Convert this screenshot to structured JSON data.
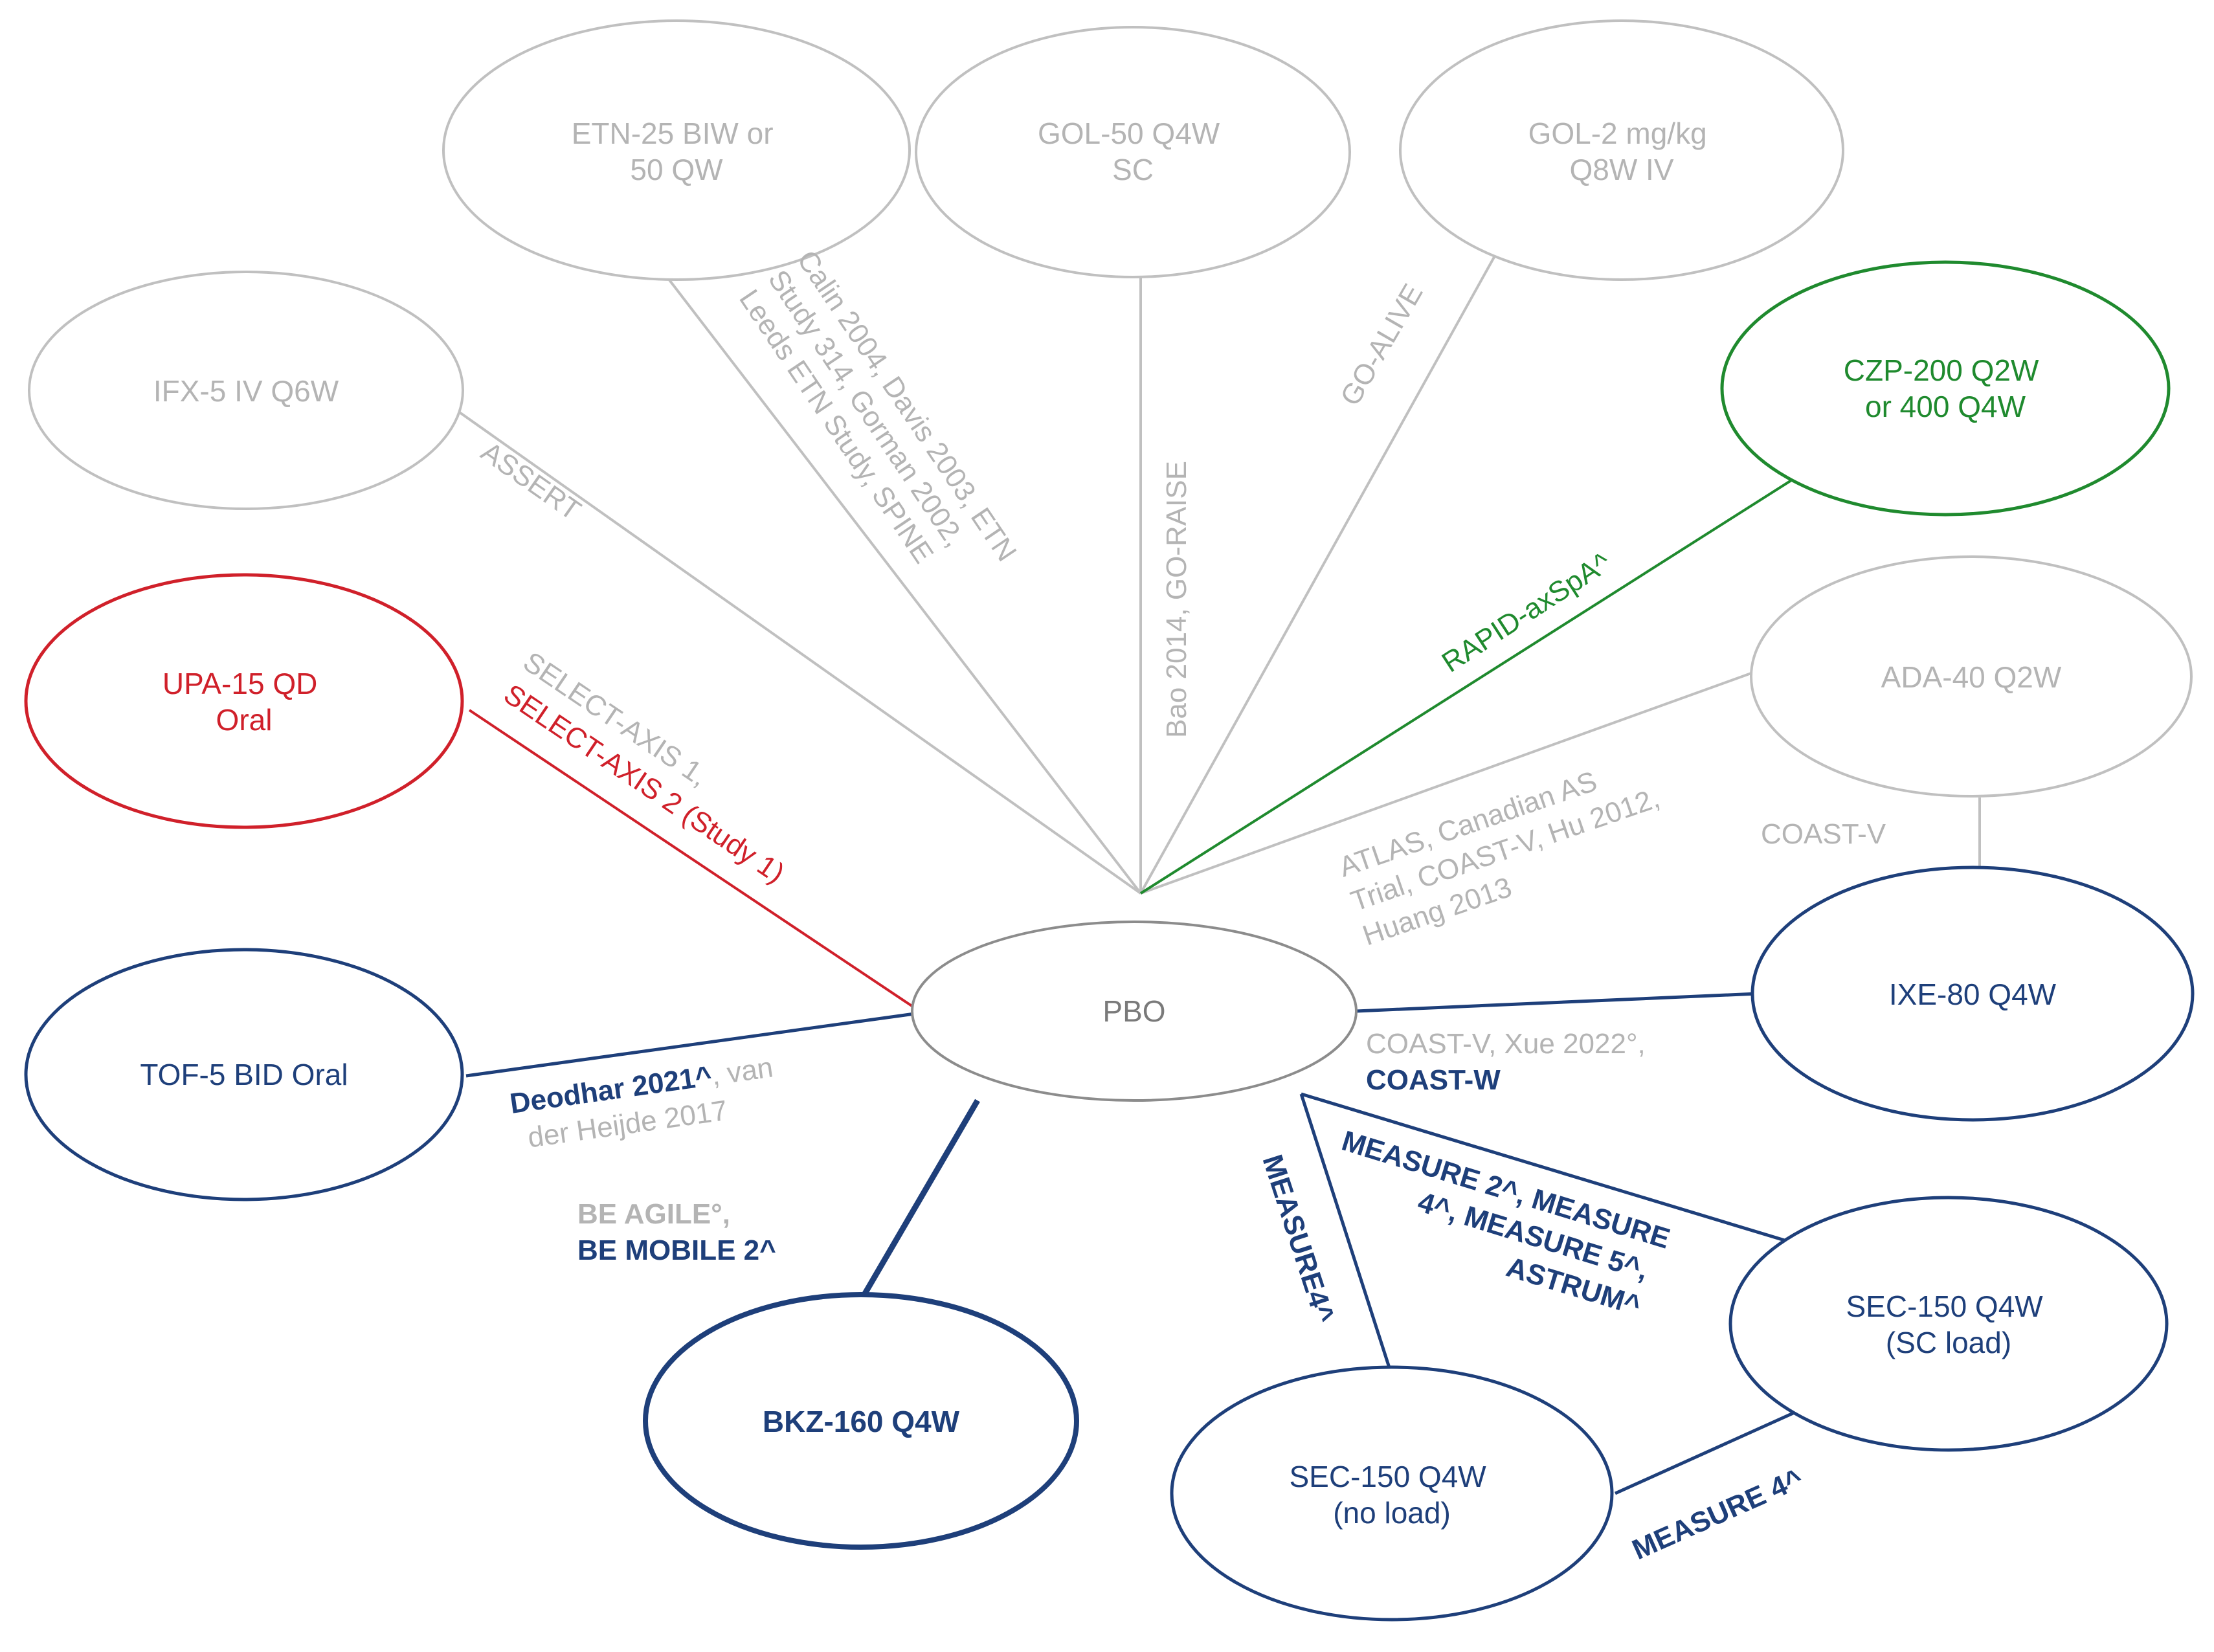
{
  "colors": {
    "grey": "#c0c0c0",
    "grey_text": "#b4b4b4",
    "center_stroke": "#8c8c8c",
    "center_text": "#7a7a7a",
    "blue": "#1e3f7a",
    "green": "#1f8a2e",
    "red": "#d0202a"
  },
  "nodes": {
    "pbo": {
      "lines": [
        "PBO"
      ]
    },
    "etn": {
      "lines": [
        "ETN-25 BIW or",
        "50 QW"
      ]
    },
    "gol50": {
      "lines": [
        "GOL-50 Q4W",
        "SC"
      ]
    },
    "gol2": {
      "lines": [
        "GOL-2 mg/kg",
        "Q8W IV"
      ]
    },
    "ifx": {
      "lines": [
        "IFX-5 IV Q6W"
      ]
    },
    "czp": {
      "lines": [
        "CZP-200 Q2W",
        "or 400 Q4W"
      ]
    },
    "upa": {
      "lines": [
        "UPA-15 QD",
        "Oral"
      ]
    },
    "ada": {
      "lines": [
        "ADA-40 Q2W"
      ]
    },
    "ixe": {
      "lines": [
        "IXE-80 Q4W"
      ]
    },
    "tof": {
      "lines": [
        "TOF-5 BID Oral"
      ]
    },
    "bkz": {
      "lines": [
        "BKZ-160 Q4W"
      ]
    },
    "sec_load": {
      "lines": [
        "SEC-150 Q4W",
        "(SC load)"
      ]
    },
    "sec_noload": {
      "lines": [
        "SEC-150 Q4W",
        "(no load)"
      ]
    }
  },
  "edge_labels": {
    "assert": [
      "ASSERT"
    ],
    "etn": [
      "Calin 2004, Davis 2003,  ETN",
      "Study 314, Gorman 2002,",
      "Leeds ETN Study, SPINE"
    ],
    "gol50": [
      "Bao 2014, GO-RAISE"
    ],
    "gol2": [
      "GO-ALIVE"
    ],
    "czp": [
      "RAPID-axSpA^"
    ],
    "upa_grey": [
      "SELECT-AXIS 1,"
    ],
    "upa_red": [
      "SELECT-AXIS 2 (Study 1)"
    ],
    "ada": [
      "ATLAS, Canadian AS",
      "Trial, COAST-V, Hu 2012,",
      "Huang 2013"
    ],
    "ada_ixe": [
      "COAST-V"
    ],
    "ixe_grey": [
      "COAST-V, Xue 2022°,"
    ],
    "ixe_blue": [
      "COAST-W"
    ],
    "tof_blue": "Deodhar 2021^",
    "tof_grey_1": ", van",
    "tof_grey_2": "der Heijde 2017",
    "bkz_grey": [
      "BE AGILE°,"
    ],
    "bkz_blue": [
      "BE MOBILE 2^"
    ],
    "sec_load": [
      "MEASURE 2^, MEASURE",
      "4^, MEASURE 5^,",
      "ASTRUM^"
    ],
    "sec_noload": [
      "MEASURE",
      "4^"
    ],
    "sec_between": [
      "MEASURE 4^"
    ]
  }
}
